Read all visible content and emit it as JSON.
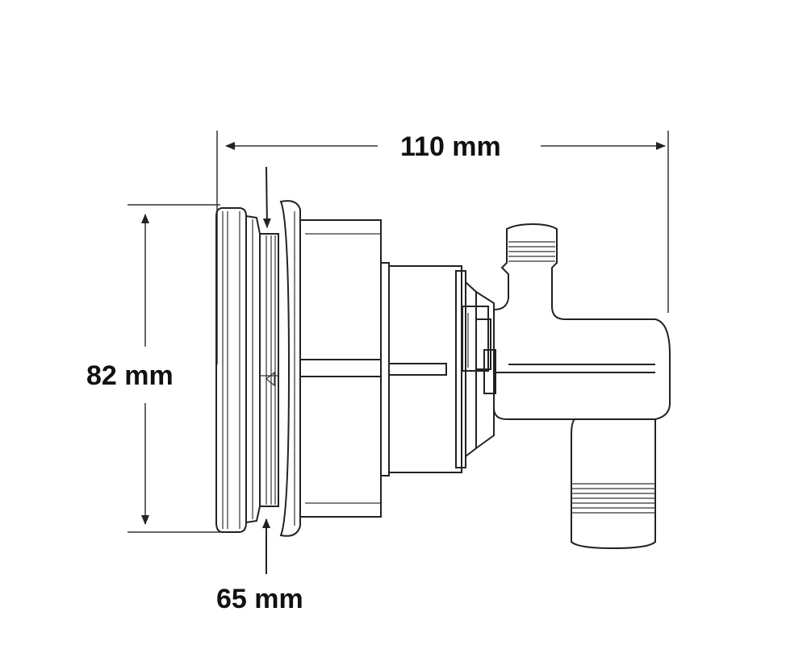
{
  "dimensions": {
    "length": "110 mm",
    "outer_diameter": "82 mm",
    "body_diameter": "65 mm"
  },
  "colors": {
    "line": "#222222",
    "background": "#ffffff"
  }
}
